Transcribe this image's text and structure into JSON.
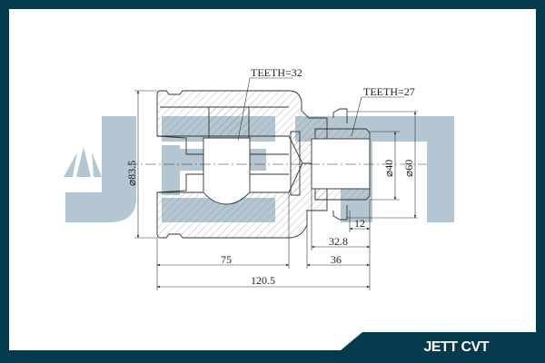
{
  "brand": {
    "footer_label": "JETT CVT",
    "watermark": "JETT"
  },
  "colors": {
    "frame": "#033a4d",
    "watermark": "#b4c6d2",
    "line": "#333333",
    "paper": "#ffffff"
  },
  "drawing": {
    "teeth_outer": "TEETH=32",
    "teeth_inner": "TEETH=27",
    "dim_outer_diameter": "⌀83.5",
    "dim_bore_diameter": "⌀40",
    "dim_flange_diameter": "⌀60",
    "dim_12": "12",
    "dim_32_8": "32.8",
    "dim_36": "36",
    "dim_75": "75",
    "dim_total": "120.5"
  }
}
